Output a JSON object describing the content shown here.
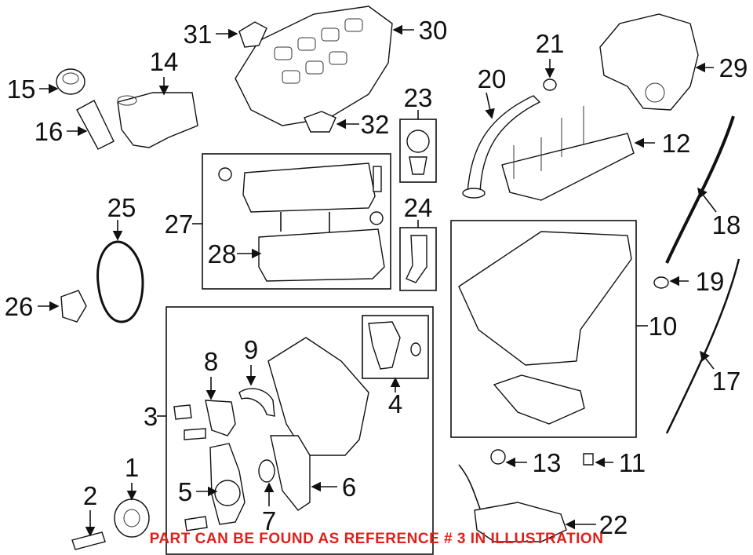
{
  "diagram": {
    "callouts": {
      "n1": "1",
      "n2": "2",
      "n3": "3",
      "n4": "4",
      "n5": "5",
      "n6": "6",
      "n7": "7",
      "n8": "8",
      "n9": "9",
      "n10": "10",
      "n11": "11",
      "n12": "12",
      "n13": "13",
      "n14": "14",
      "n15": "15",
      "n16": "16",
      "n17": "17",
      "n18": "18",
      "n19": "19",
      "n20": "20",
      "n21": "21",
      "n22": "22",
      "n23": "23",
      "n24": "24",
      "n25": "25",
      "n26": "26",
      "n27": "27",
      "n28": "28",
      "n29": "29",
      "n30": "30",
      "n31": "31",
      "n32": "32"
    },
    "note": "PART CAN BE FOUND AS REFERENCE # 3 IN ILLUSTRATION",
    "colors": {
      "line": "#111111",
      "note": "#e0201a",
      "background": "#ffffff"
    }
  }
}
